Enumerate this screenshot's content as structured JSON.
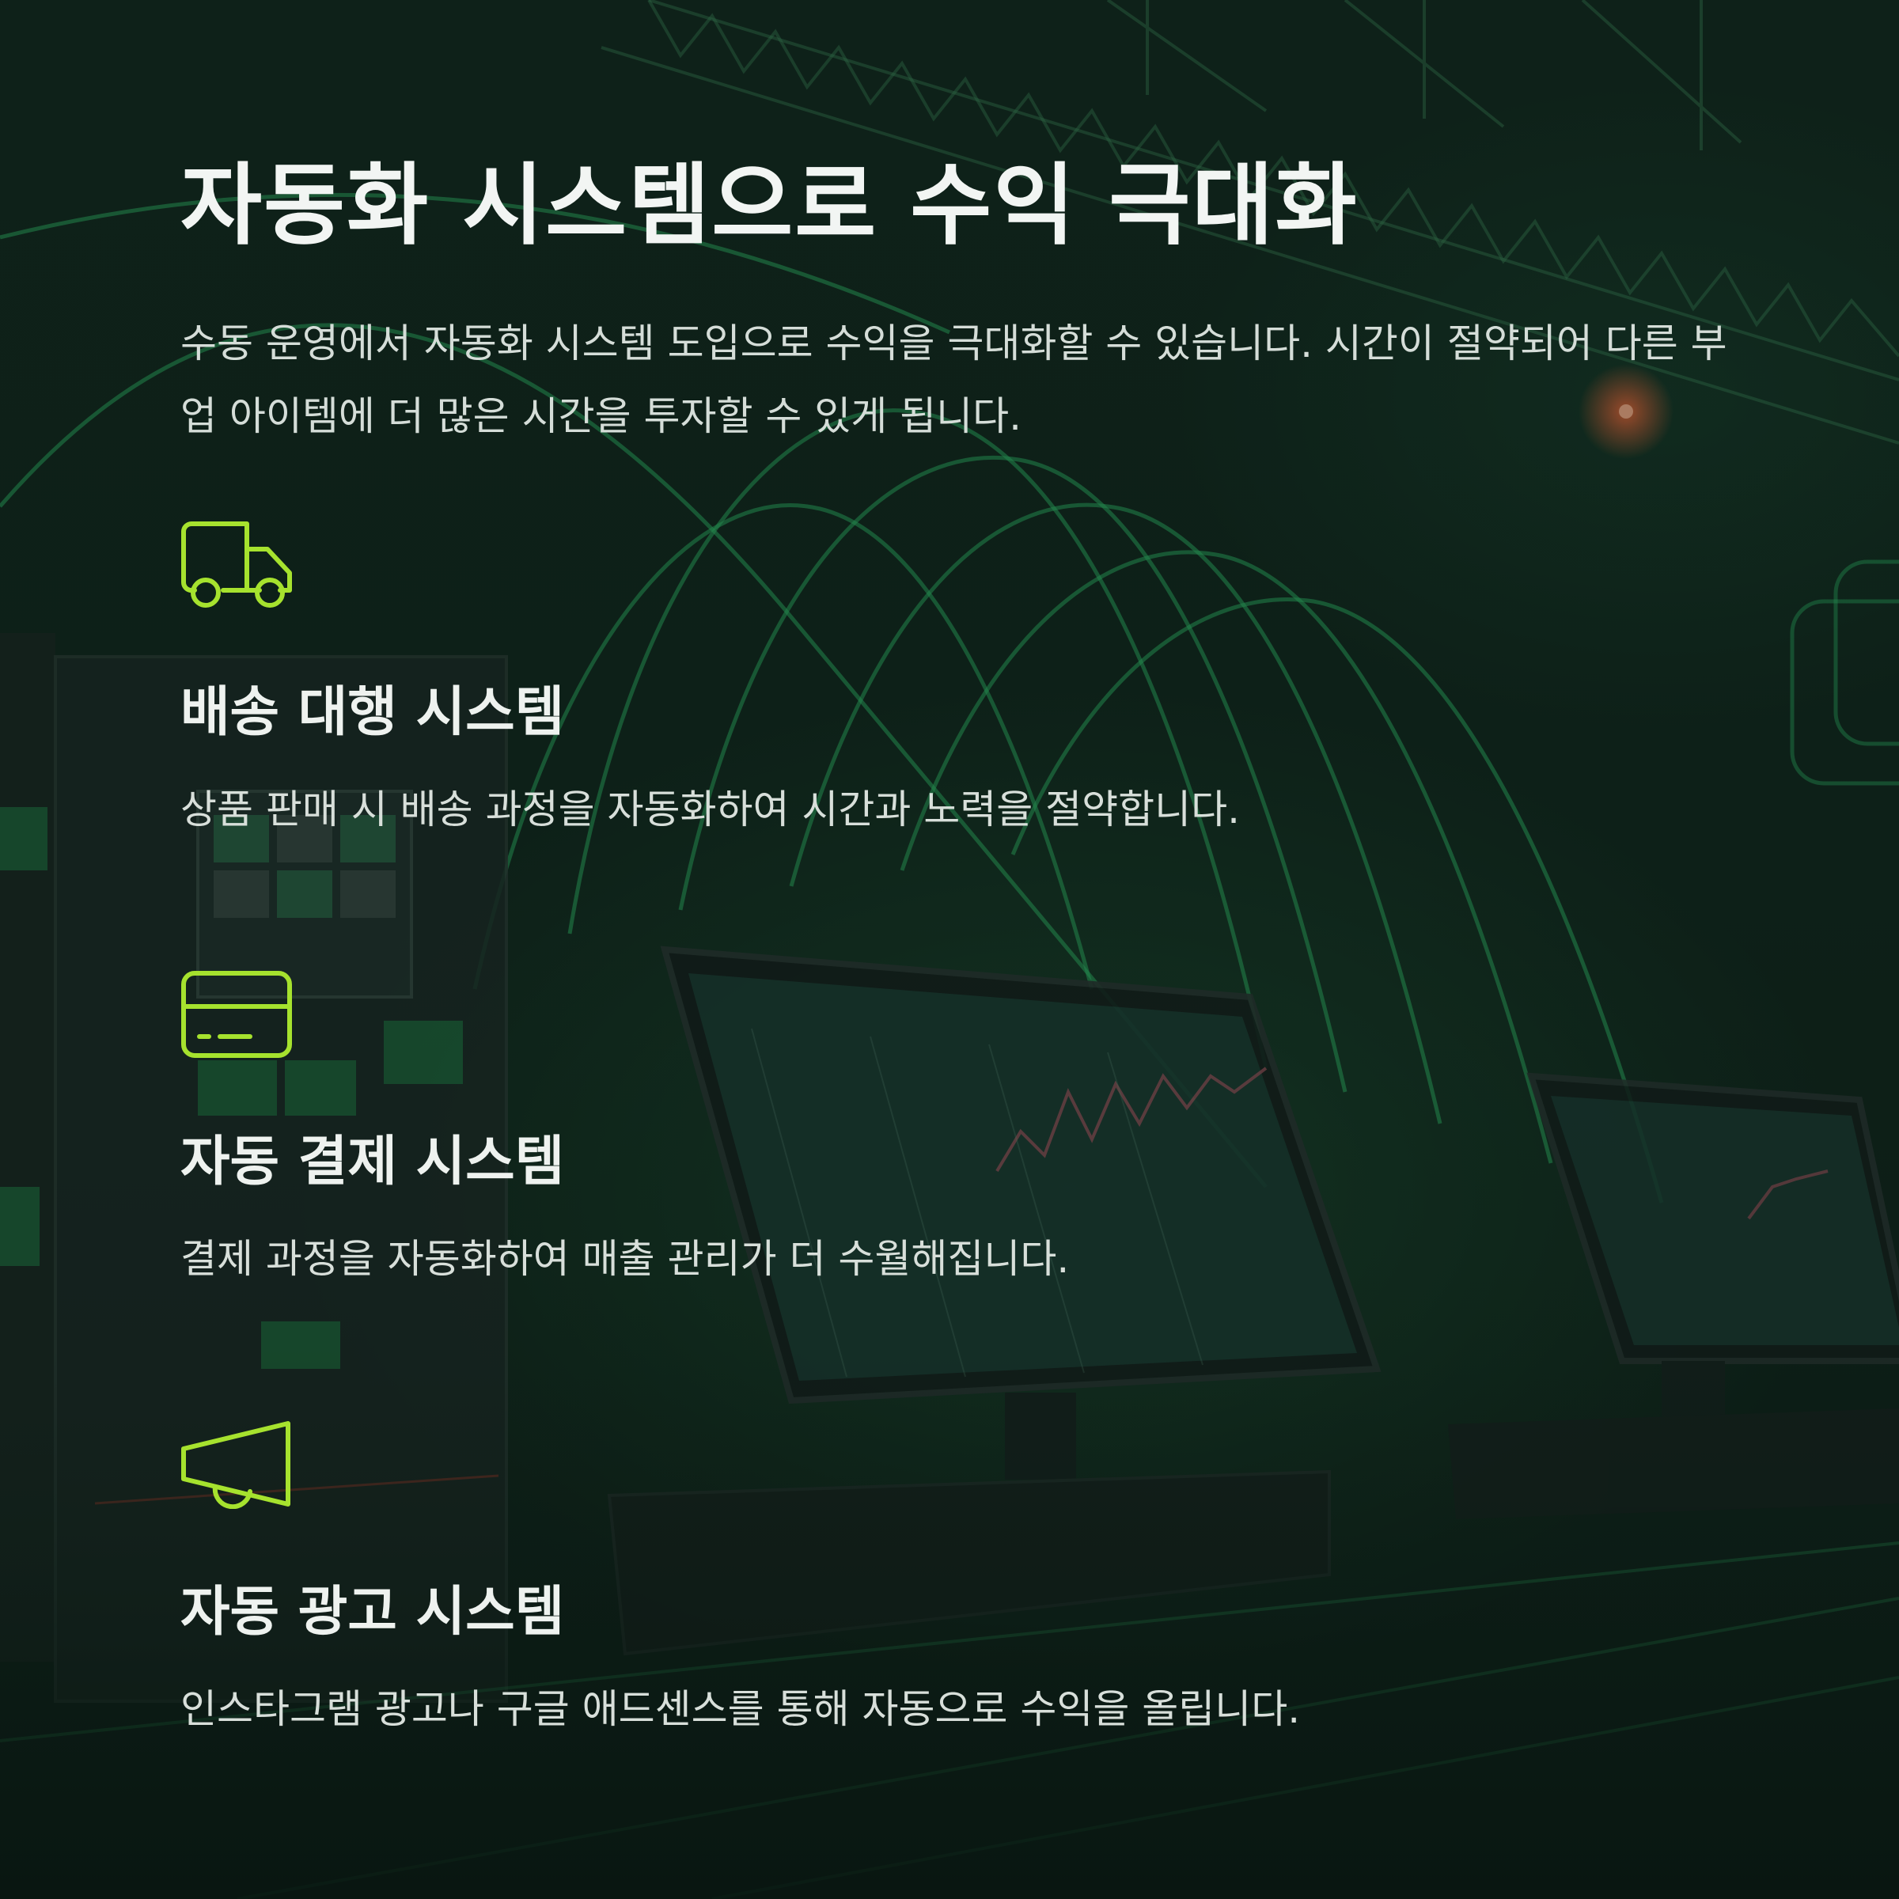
{
  "title": "자동화 시스템으로 수익 극대화",
  "intro": "수동 운영에서 자동화 시스템 도입으로 수익을 극대화할 수 있습니다. 시간이 절약되어 다른 부업 아이템에 더 많은 시간을 투자할 수 있게 됩니다.",
  "accent_color": "#a6e22e",
  "features": [
    {
      "icon": "truck-icon",
      "title": "배송 대행 시스템",
      "description": "상품 판매 시 배송 과정을 자동화하여 시간과 노력을 절약합니다."
    },
    {
      "icon": "credit-card-icon",
      "title": "자동 결제 시스템",
      "description": "결제 과정을 자동화하여 매출 관리가 더 수월해집니다."
    },
    {
      "icon": "megaphone-icon",
      "title": "자동 광고 시스템",
      "description": "인스타그램 광고나 구글 애드센스를 통해 자동으로 수익을 올립니다."
    }
  ]
}
